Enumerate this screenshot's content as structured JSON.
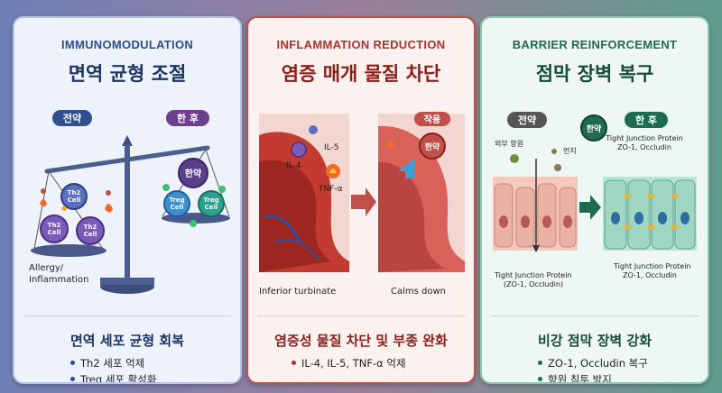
{
  "panels": [
    {
      "title_en": "IMMUNOMODULATION",
      "title_ko": "면역 균형 조절",
      "labels": {
        "before": "전약",
        "after": "한 후",
        "herb": "한약",
        "th2": "Th2\nCell",
        "treg": "Treg\nCell",
        "allergy": "Allergy/\nInflammation"
      },
      "summary": "면역 세포 균형 회복",
      "bullets": [
        "Th2 세포 억제",
        "Treg 세포 활성화"
      ]
    },
    {
      "title_en": "INFLAMMATION REDUCTION",
      "title_ko": "염증 매개 물질 차단",
      "labels": {
        "action": "작용",
        "herb": "한약",
        "il5": "IL-5",
        "il4": "IL-4",
        "tnf": "TNF-α",
        "inferior": "Inferior turbinate",
        "calms": "Calms down"
      },
      "summary": "염증성 물질 차단 및 부종 완화",
      "bullets": [
        "IL-4, IL-5, TNF-α 억제"
      ]
    },
    {
      "title_en": "BARRIER REINFORCEMENT",
      "title_ko": "점막 장벽 복구",
      "labels": {
        "before": "전약",
        "herb": "한약",
        "after": "한 후",
        "antigen": "외부 항원",
        "dust": "먼지",
        "tj_top": "Tight Junction Protein\nZO-1, Occludin",
        "tj_left": "Tight Junction Protein\n(ZO-1, Occludin)",
        "tj_right": "Tight Junction Protein\nZO-1, Occludin"
      },
      "summary": "비강 점막 장벽 강화",
      "bullets": [
        "ZO-1, Occludin 복구",
        "항원 침투 방지"
      ]
    }
  ]
}
